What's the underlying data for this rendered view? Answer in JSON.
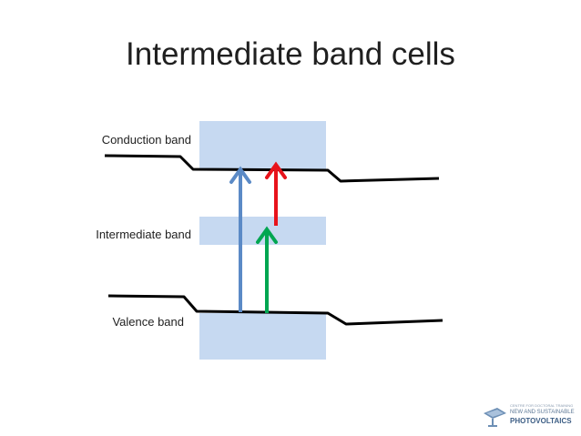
{
  "slide": {
    "title": "Intermediate band cells"
  },
  "bands": {
    "conduction_label": "Conduction band",
    "intermediate_label": "Intermediate band",
    "valence_label": "Valence band"
  },
  "arrows": [
    {
      "from": "valence",
      "to": "conduction",
      "color": "#5b8ac6"
    },
    {
      "from": "valence",
      "to": "intermediate",
      "color": "#00a651"
    },
    {
      "from": "intermediate",
      "to": "conduction",
      "color": "#e8131b"
    }
  ],
  "colors": {
    "band_fill": "#c6d9f1",
    "band_edge": "#000000"
  },
  "logo": {
    "icon": "solar-panel-icon",
    "line1": "CENTRE FOR DOCTORAL TRAINING",
    "line2": "NEW AND SUSTAINABLE",
    "line3": "PHOTOVOLTAICS"
  }
}
